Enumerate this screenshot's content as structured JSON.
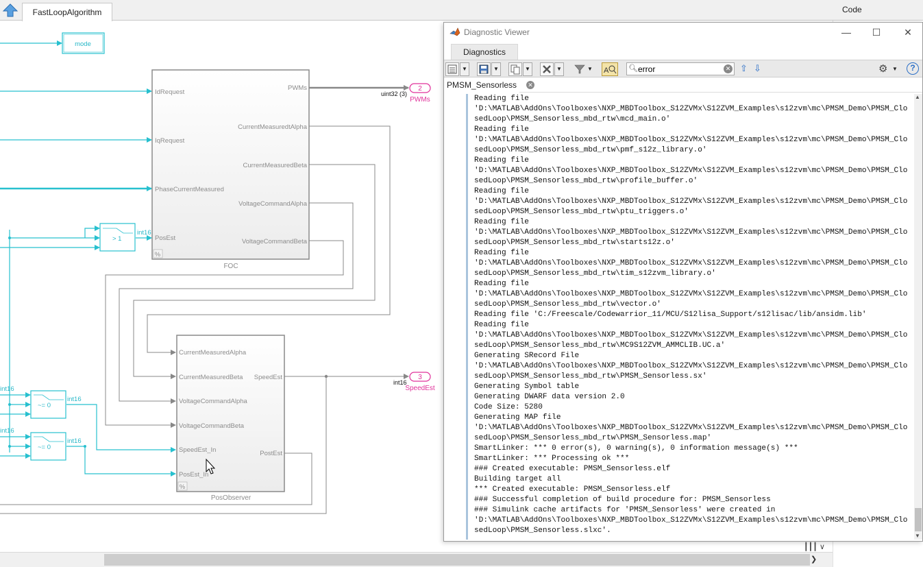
{
  "editor": {
    "tab_label": "FastLoopAlgorithm",
    "code_label": "Code"
  },
  "model": {
    "mode_block": "mode",
    "foc": {
      "name": "FOC",
      "inputs": [
        "IdRequest",
        "IqRequest",
        "PhaseCurrentMeasured",
        "PosEst"
      ],
      "outputs": [
        "PWMs",
        "CurrentMeasuredtAlpha",
        "CurrentMeasuredBeta",
        "VoltageCommandAlpha",
        "VoltageCommandBeta"
      ]
    },
    "pos_observer": {
      "name": "PosObserver",
      "inputs": [
        "CurrentMeasuredAlpha",
        "CurrentMeasuredBeta",
        "VoltageCommandAlpha",
        "VoltageCommandBeta",
        "SpeedEst_In",
        "PosEst_In"
      ],
      "outputs": [
        "SpeedEst",
        "PostEst"
      ]
    },
    "outports": [
      {
        "number": "2",
        "name": "PWMs",
        "signal_type": "uint32 (3)"
      },
      {
        "number": "3",
        "name": "SpeedEst",
        "signal_type": "int16"
      }
    ],
    "switch_gt": {
      "label": "> 1",
      "out_type": "int16"
    },
    "switch_ne1": {
      "label": "~= 0",
      "in_type": "int16",
      "out_type": "int16"
    },
    "switch_ne2": {
      "label": "~= 0",
      "in_type": "int16",
      "out_type": "int16"
    },
    "percent_badge": "%"
  },
  "diagnostic_viewer": {
    "title": "Diagnostic Viewer",
    "tab": "Diagnostics",
    "search_value": "error",
    "result_tab": "PMSM_Sensorless",
    "log_lines": [
      "Reading file",
      "'D:\\MATLAB\\AddOns\\Toolboxes\\NXP_MBDToolbox_S12ZVMx\\S12ZVM_Examples\\s12zvm\\mc\\PMSM_Demo\\PMSM_Clo",
      "sedLoop\\PMSM_Sensorless_mbd_rtw\\mcd_main.o'",
      "Reading file",
      "'D:\\MATLAB\\AddOns\\Toolboxes\\NXP_MBDToolbox_S12ZVMx\\S12ZVM_Examples\\s12zvm\\mc\\PMSM_Demo\\PMSM_Clo",
      "sedLoop\\PMSM_Sensorless_mbd_rtw\\pmf_s12z_library.o'",
      "Reading file",
      "'D:\\MATLAB\\AddOns\\Toolboxes\\NXP_MBDToolbox_S12ZVMx\\S12ZVM_Examples\\s12zvm\\mc\\PMSM_Demo\\PMSM_Clo",
      "sedLoop\\PMSM_Sensorless_mbd_rtw\\profile_buffer.o'",
      "Reading file",
      "'D:\\MATLAB\\AddOns\\Toolboxes\\NXP_MBDToolbox_S12ZVMx\\S12ZVM_Examples\\s12zvm\\mc\\PMSM_Demo\\PMSM_Clo",
      "sedLoop\\PMSM_Sensorless_mbd_rtw\\ptu_triggers.o'",
      "Reading file",
      "'D:\\MATLAB\\AddOns\\Toolboxes\\NXP_MBDToolbox_S12ZVMx\\S12ZVM_Examples\\s12zvm\\mc\\PMSM_Demo\\PMSM_Clo",
      "sedLoop\\PMSM_Sensorless_mbd_rtw\\starts12z.o'",
      "Reading file",
      "'D:\\MATLAB\\AddOns\\Toolboxes\\NXP_MBDToolbox_S12ZVMx\\S12ZVM_Examples\\s12zvm\\mc\\PMSM_Demo\\PMSM_Clo",
      "sedLoop\\PMSM_Sensorless_mbd_rtw\\tim_s12zvm_library.o'",
      "Reading file",
      "'D:\\MATLAB\\AddOns\\Toolboxes\\NXP_MBDToolbox_S12ZVMx\\S12ZVM_Examples\\s12zvm\\mc\\PMSM_Demo\\PMSM_Clo",
      "sedLoop\\PMSM_Sensorless_mbd_rtw\\vector.o'",
      "Reading file 'C:/Freescale/Codewarrior_11/MCU/S12lisa_Support/s12lisac/lib/ansidm.lib'",
      "Reading file",
      "'D:\\MATLAB\\AddOns\\Toolboxes\\NXP_MBDToolbox_S12ZVMx\\S12ZVM_Examples\\s12zvm\\mc\\PMSM_Demo\\PMSM_Clo",
      "sedLoop\\PMSM_Sensorless_mbd_rtw\\MC9S12ZVM_AMMCLIB.UC.a'",
      "Generating SRecord File",
      "'D:\\MATLAB\\AddOns\\Toolboxes\\NXP_MBDToolbox_S12ZVMx\\S12ZVM_Examples\\s12zvm\\mc\\PMSM_Demo\\PMSM_Clo",
      "sedLoop\\PMSM_Sensorless_mbd_rtw\\PMSM_Sensorless.sx'",
      "Generating Symbol table",
      "Generating DWARF data version 2.0",
      "Code Size: 5280",
      "Generating MAP file",
      "'D:\\MATLAB\\AddOns\\Toolboxes\\NXP_MBDToolbox_S12ZVMx\\S12ZVM_Examples\\s12zvm\\mc\\PMSM_Demo\\PMSM_Clo",
      "sedLoop\\PMSM_Sensorless_mbd_rtw\\PMSM_Sensorless.map'",
      "SmartLinker: *** 0 error(s), 0 warning(s), 0 information message(s) ***",
      "SmartLinker: *** Processing ok ***",
      "### Created executable: PMSM_Sensorless.elf",
      "Building target all",
      "*** Created executable: PMSM_Sensorless.elf",
      "### Successful completion of build procedure for: PMSM_Sensorless",
      "### Simulink cache artifacts for 'PMSM_Sensorless' were created in",
      "'D:\\MATLAB\\AddOns\\Toolboxes\\NXP_MBDToolbox_S12ZVMx\\S12ZVM_Examples\\s12zvm\\mc\\PMSM_Demo\\PMSM_Clo",
      "sedLoop\\PMSM_Sensorless.slxc'."
    ]
  },
  "colors": {
    "signal": "#27c0cf",
    "outport": "#e0309a",
    "block_border": "#8a8a8a"
  }
}
